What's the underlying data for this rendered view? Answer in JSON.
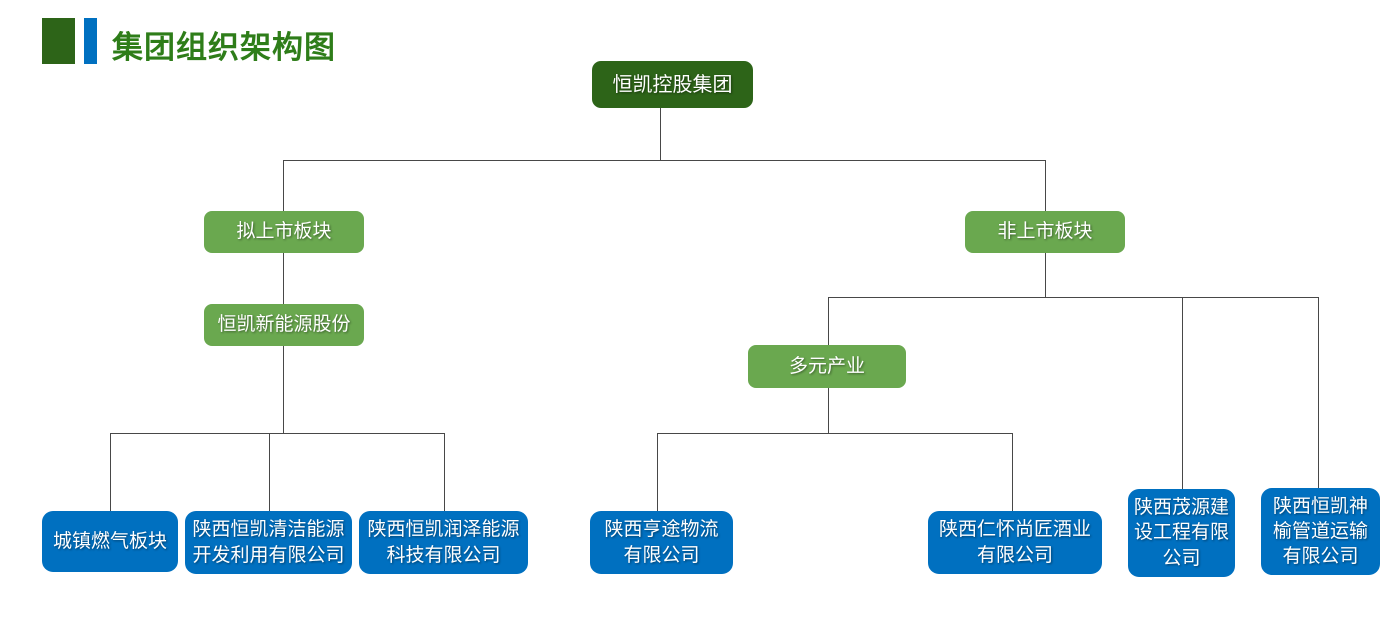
{
  "title": {
    "text": "集团组织架构图"
  },
  "colors": {
    "dark_green": "#2D6418",
    "green": "#6AA84F",
    "blue": "#0070C0",
    "title_green": "#2E7D19",
    "line": "#484848"
  },
  "nodes": {
    "root": {
      "label": "恒凯控股集团",
      "parent": null,
      "color": "dark_green"
    },
    "listed": {
      "label": "拟上市板块",
      "parent": "恒凯控股集团",
      "color": "green"
    },
    "unlisted": {
      "label": "非上市板块",
      "parent": "恒凯控股集团",
      "color": "green"
    },
    "new_energy": {
      "label": "恒凯新能源股份",
      "parent": "拟上市板块",
      "color": "green"
    },
    "diversified": {
      "label": "多元产业",
      "parent": "非上市板块",
      "color": "green"
    },
    "gas": {
      "label": "城镇燃气板块",
      "parent": "恒凯新能源股份",
      "color": "blue"
    },
    "clean_energy": {
      "label": "陕西恒凯清洁能源开发利用有限公司",
      "parent": "恒凯新能源股份",
      "color": "blue"
    },
    "runze": {
      "label": "陕西恒凯润泽能源科技有限公司",
      "parent": "恒凯新能源股份",
      "color": "blue"
    },
    "hengtu": {
      "label": "陕西亨途物流有限公司",
      "parent": "多元产业",
      "color": "blue"
    },
    "renhuai": {
      "label": "陕西仁怀尚匠酒业有限公司",
      "parent": "多元产业",
      "color": "blue"
    },
    "maoyuan": {
      "label": "陕西茂源建设工程有限公司",
      "parent": "非上市板块",
      "color": "blue"
    },
    "shenyu": {
      "label": "陕西恒凯神榆管道运输有限公司",
      "parent": "非上市板块",
      "color": "blue"
    }
  }
}
